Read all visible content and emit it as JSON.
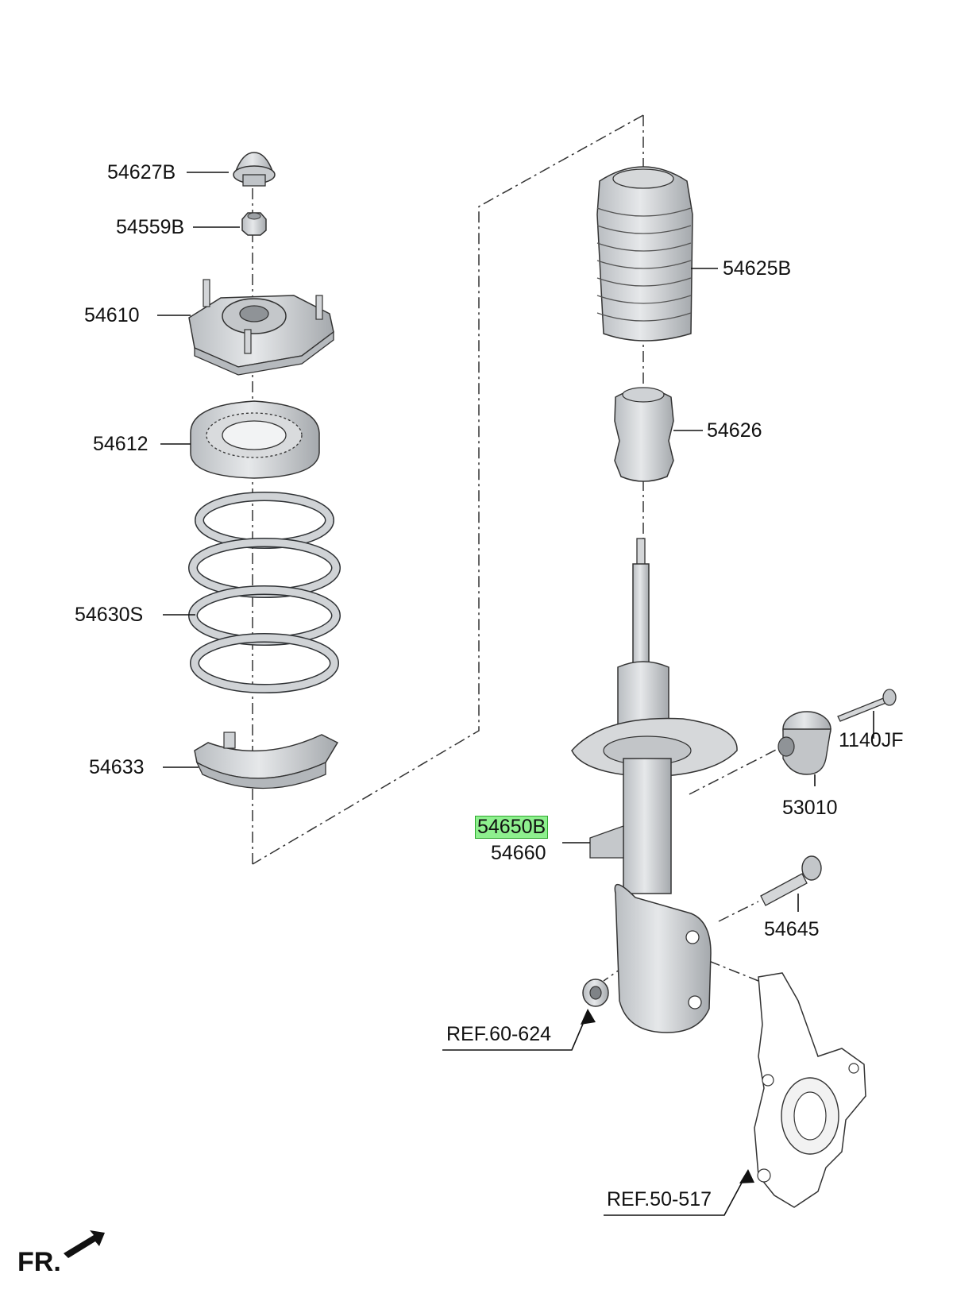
{
  "labels": {
    "cap": "54627B",
    "nut_top": "54559B",
    "mount": "54610",
    "bearing": "54612",
    "spring": "54630S",
    "lower_pad": "54633",
    "boot": "54625B",
    "bumper": "54626",
    "bolt_small": "1140JF",
    "bushing": "53010",
    "strut_selected": "54650B",
    "strut_alt": "54660",
    "bolt_lower": "54645",
    "ref_nut": "REF.60-624",
    "ref_knuckle": "REF.50-517"
  },
  "orientation": "FR.",
  "colors": {
    "part_fill": "#d6d8da",
    "part_dark": "#a9adb1",
    "outline": "#333333",
    "highlight": "#8ef08e"
  }
}
